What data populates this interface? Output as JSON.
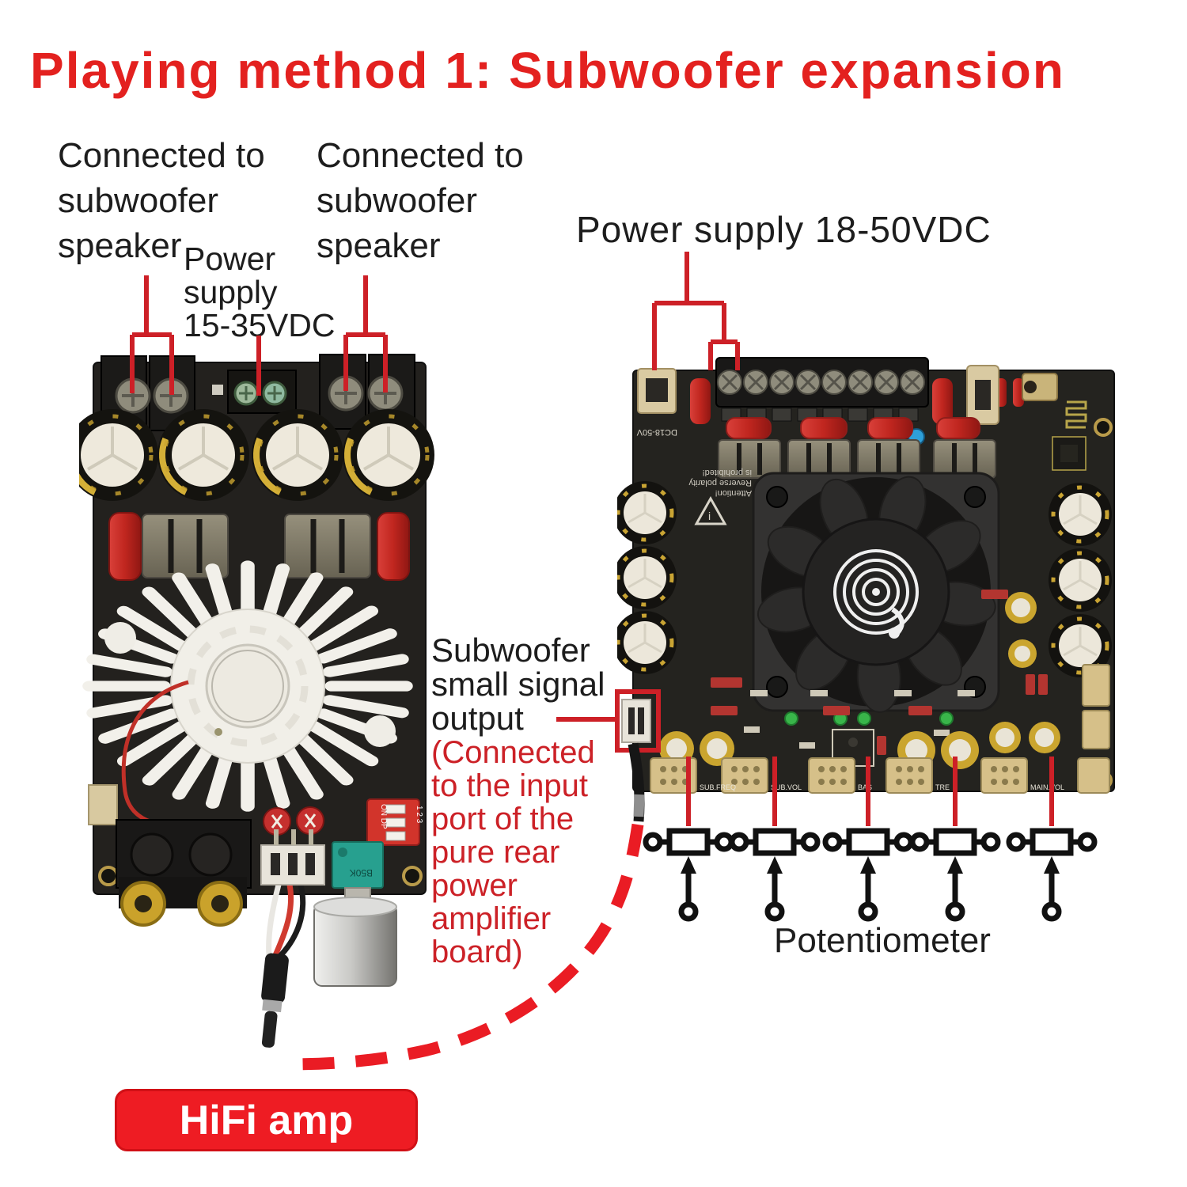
{
  "title": {
    "text": "Playing method 1: Subwoofer expansion"
  },
  "colors": {
    "title_red": "#e3211f",
    "leader_red": "#cd2027",
    "dashed_red": "#ea1c24",
    "button_red": "#ee1c23",
    "annotation_red": "#cc2127",
    "annotation_black": "#1d1d1d"
  },
  "annotations": {
    "connected_left": {
      "lines": [
        "Connected to",
        "subwoofer",
        "speaker"
      ]
    },
    "connected_right": {
      "lines": [
        "Connected to",
        "subwoofer",
        "speaker"
      ]
    },
    "power_supply_left": {
      "lines": [
        "Power",
        "supply",
        "15-35VDC"
      ]
    },
    "power_supply_right": {
      "text": "Power supply 18-50VDC"
    },
    "subwoofer_output": {
      "black_lines": [
        "Subwoofer",
        "small signal",
        "output"
      ],
      "red_lines": [
        "(Connected",
        "to the input",
        "port of the",
        "pure rear",
        "power",
        "amplifier",
        "board)"
      ]
    },
    "potentiometer": {
      "text": "Potentiometer"
    },
    "hifi_amp": {
      "text": "HiFi amp"
    }
  },
  "left_board": {
    "silkscreen": {
      "dip_label": "ON DP",
      "dip_numbers": "1 2 3",
      "pot_value": "B50K"
    }
  },
  "right_board": {
    "silkscreen": {
      "dc_label": "DC18-50V",
      "warning_lines": [
        "Attention!",
        "Reverse polarity",
        "is prohibited!"
      ],
      "connector_labels": [
        "SUB.FREQ",
        "SUB.VOL",
        "BAS",
        "TRE",
        "MAIN.VOL"
      ]
    }
  }
}
